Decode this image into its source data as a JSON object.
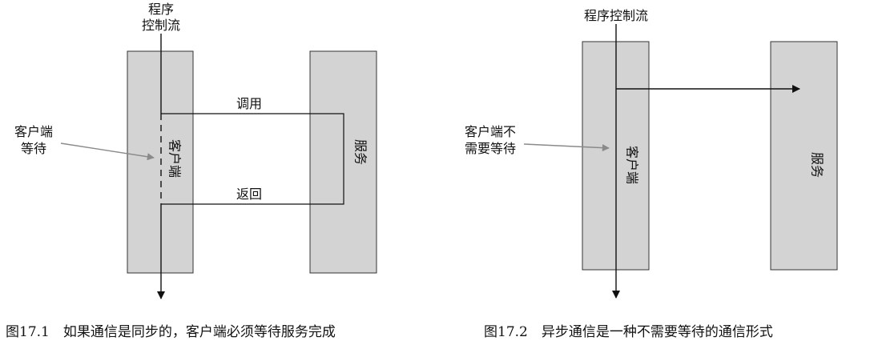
{
  "figure1": {
    "flow_label_line1": "程序",
    "flow_label_line2": "控制流",
    "client_label": "客户端",
    "service_label": "服务",
    "call_label": "调用",
    "return_label": "返回",
    "note_line1": "客户端",
    "note_line2": "等待",
    "caption": "图17.1　如果通信是同步的，客户端必须等待服务完成"
  },
  "figure2": {
    "flow_label": "程序控制流",
    "client_label": "客户端",
    "service_label": "服务",
    "note_line1": "客户端不",
    "note_line2": "需要等待",
    "caption": "图17.2　异步通信是一种不需要等待的通信形式"
  },
  "colors": {
    "box_fill": "#d3d3d3",
    "box_stroke": "#333333",
    "line": "#111111",
    "pointer": "#8a8a8a"
  }
}
